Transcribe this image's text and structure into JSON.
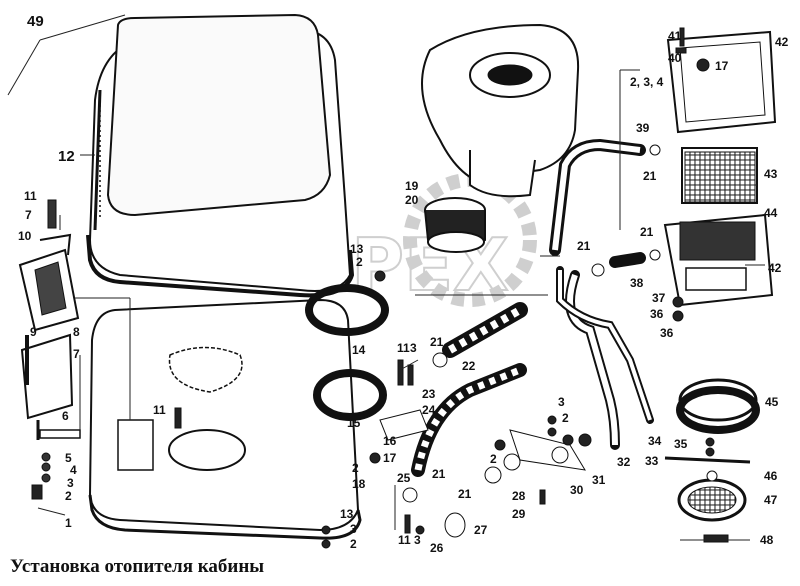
{
  "title": "Установка отопителя кабины",
  "watermark": "OPEX",
  "labels": [
    {
      "id": "lbl-49",
      "text": "49"
    },
    {
      "id": "lbl-12",
      "text": "12"
    },
    {
      "id": "lbl-11a",
      "text": "11"
    },
    {
      "id": "lbl-7a",
      "text": "7"
    },
    {
      "id": "lbl-10",
      "text": "10"
    },
    {
      "id": "lbl-9",
      "text": "9"
    },
    {
      "id": "lbl-8",
      "text": "8"
    },
    {
      "id": "lbl-7b",
      "text": "7"
    },
    {
      "id": "lbl-6",
      "text": "6"
    },
    {
      "id": "lbl-5",
      "text": "5"
    },
    {
      "id": "lbl-4a",
      "text": "4"
    },
    {
      "id": "lbl-3a",
      "text": "3"
    },
    {
      "id": "lbl-2a",
      "text": "2"
    },
    {
      "id": "lbl-1",
      "text": "1"
    },
    {
      "id": "lbl-11b",
      "text": "11"
    },
    {
      "id": "lbl-13a",
      "text": "13"
    },
    {
      "id": "lbl-2b",
      "text": "2"
    },
    {
      "id": "lbl-14",
      "text": "14"
    },
    {
      "id": "lbl-15",
      "text": "15"
    },
    {
      "id": "lbl-2c",
      "text": "2"
    },
    {
      "id": "lbl-17a",
      "text": "17"
    },
    {
      "id": "lbl-18",
      "text": "18"
    },
    {
      "id": "lbl-16",
      "text": "16"
    },
    {
      "id": "lbl-13b",
      "text": "13"
    },
    {
      "id": "lbl-3b",
      "text": "3"
    },
    {
      "id": "lbl-2d",
      "text": "2"
    },
    {
      "id": "lbl-19",
      "text": "19"
    },
    {
      "id": "lbl-20",
      "text": "20"
    },
    {
      "id": "lbl-11c",
      "text": "11"
    },
    {
      "id": "lbl-3c",
      "text": "3"
    },
    {
      "id": "lbl-21a",
      "text": "21"
    },
    {
      "id": "lbl-22",
      "text": "22"
    },
    {
      "id": "lbl-23",
      "text": "23"
    },
    {
      "id": "lbl-24",
      "text": "24"
    },
    {
      "id": "lbl-21b",
      "text": "21"
    },
    {
      "id": "lbl-25",
      "text": "25"
    },
    {
      "id": "lbl-21c",
      "text": "21"
    },
    {
      "id": "lbl-11d",
      "text": "11"
    },
    {
      "id": "lbl-3d",
      "text": "3"
    },
    {
      "id": "lbl-26",
      "text": "26"
    },
    {
      "id": "lbl-27",
      "text": "27"
    },
    {
      "id": "lbl-28",
      "text": "28"
    },
    {
      "id": "lbl-29",
      "text": "29"
    },
    {
      "id": "lbl-3e",
      "text": "3"
    },
    {
      "id": "lbl-2e",
      "text": "2"
    },
    {
      "id": "lbl-2f",
      "text": "2"
    },
    {
      "id": "lbl-30",
      "text": "30"
    },
    {
      "id": "lbl-31",
      "text": "31"
    },
    {
      "id": "lbl-32",
      "text": "32"
    },
    {
      "id": "lbl-21d",
      "text": "21"
    },
    {
      "id": "lbl-39",
      "text": "39"
    },
    {
      "id": "lbl-21e",
      "text": "21"
    },
    {
      "id": "lbl-41",
      "text": "41"
    },
    {
      "id": "lbl-40",
      "text": "40"
    },
    {
      "id": "lbl-234",
      "text": "2, 3, 4"
    },
    {
      "id": "lbl-17b",
      "text": "17"
    },
    {
      "id": "lbl-42a",
      "text": "42"
    },
    {
      "id": "lbl-43",
      "text": "43"
    },
    {
      "id": "lbl-44",
      "text": "44"
    },
    {
      "id": "lbl-21f",
      "text": "21"
    },
    {
      "id": "lbl-42b",
      "text": "42"
    },
    {
      "id": "lbl-38",
      "text": "38"
    },
    {
      "id": "lbl-37",
      "text": "37"
    },
    {
      "id": "lbl-36a",
      "text": "36"
    },
    {
      "id": "lbl-36b",
      "text": "36"
    },
    {
      "id": "lbl-45",
      "text": "45"
    },
    {
      "id": "lbl-34",
      "text": "34"
    },
    {
      "id": "lbl-35",
      "text": "35"
    },
    {
      "id": "lbl-33",
      "text": "33"
    },
    {
      "id": "lbl-46",
      "text": "46"
    },
    {
      "id": "lbl-47",
      "text": "47"
    },
    {
      "id": "lbl-48",
      "text": "48"
    }
  ]
}
